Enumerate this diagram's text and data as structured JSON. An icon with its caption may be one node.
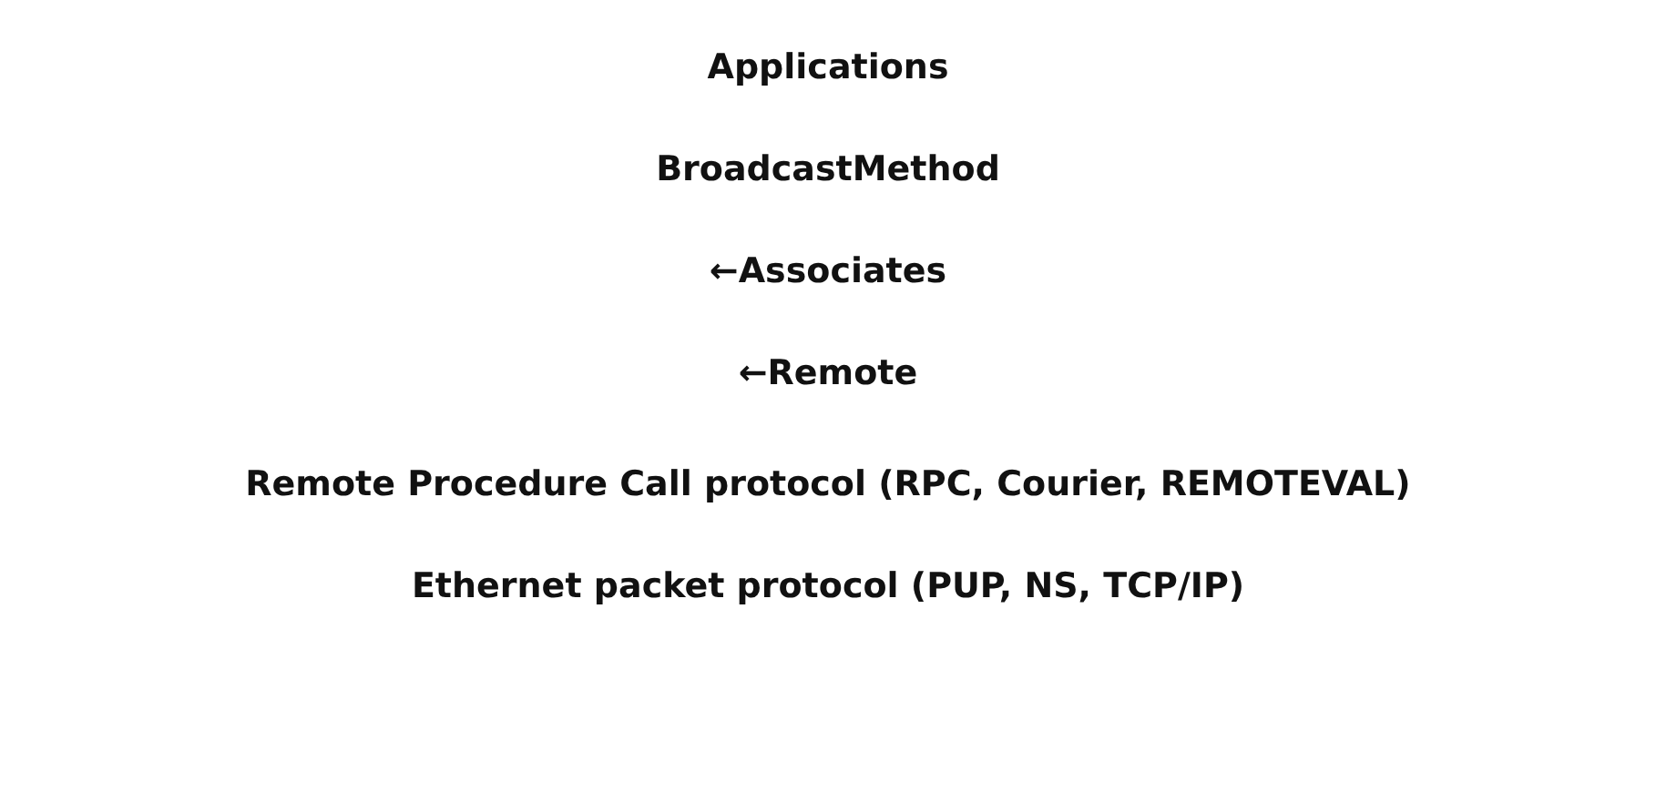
{
  "diagram": {
    "labels": [
      "Applications",
      "BroadcastMethod",
      "←Associates",
      "←Remote",
      "Remote Procedure Call protocol (RPC, Courier, REMOTEVAL)",
      "Ethernet packet protocol (PUP, NS, TCP/IP)"
    ]
  }
}
